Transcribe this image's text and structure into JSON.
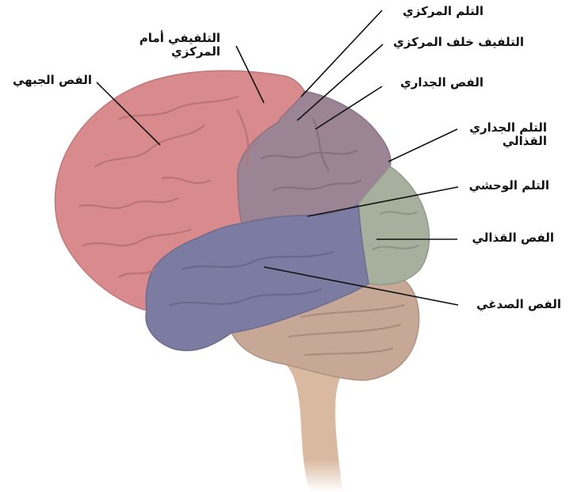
{
  "colors": {
    "frontal": "#d98a8c",
    "parietal": "#9b8494",
    "occipital": "#a6b09c",
    "temporal": "#7c7ba2",
    "cerebellum": "#c7a795",
    "brainstem": "#d9b9a0",
    "leader": "#111111",
    "text": "#111111"
  },
  "labels": {
    "frontal_lobe": "الفص الجبهي",
    "precentral_gyrus": [
      "التلفيفي أمام",
      "المركزي"
    ],
    "central_sulcus": "التلم المركزي",
    "postcentral_gyrus": "التلفيف خلف المركزي",
    "parietal_lobe": "الفص الجداري",
    "parieto_occipital_sulcus": [
      "التلم الجداري",
      "القذالي"
    ],
    "lateral_sulcus": "التلم الوحشي",
    "occipital_lobe": "الفص القذالي",
    "temporal_lobe": "الفص الصدغي"
  }
}
